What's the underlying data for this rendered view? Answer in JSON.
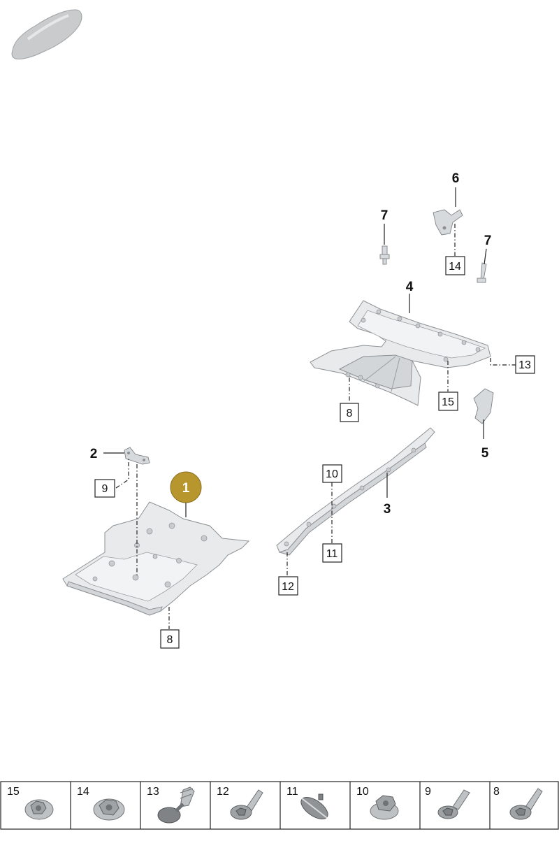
{
  "callouts": {
    "c1": "1",
    "c2": "2",
    "c3": "3",
    "c4": "4",
    "c5": "5",
    "c6": "6",
    "c7a": "7",
    "c7b": "7",
    "b8a": "8",
    "b8b": "8",
    "b9": "9",
    "b10": "10",
    "b11": "11",
    "b12": "12",
    "b13": "13",
    "b14": "14",
    "b15": "15"
  },
  "highlight_color": "#b8962e",
  "fastener_strip": [
    {
      "number": "15",
      "part": "flange-nut"
    },
    {
      "number": "14",
      "part": "hex-flange-nut"
    },
    {
      "number": "13",
      "part": "push-rivet-clip"
    },
    {
      "number": "12",
      "part": "flange-screw"
    },
    {
      "number": "11",
      "part": "oval-clip"
    },
    {
      "number": "10",
      "part": "nut-with-washer"
    },
    {
      "number": "9",
      "part": "shoulder-bolt"
    },
    {
      "number": "8",
      "part": "flange-screw-long"
    }
  ]
}
